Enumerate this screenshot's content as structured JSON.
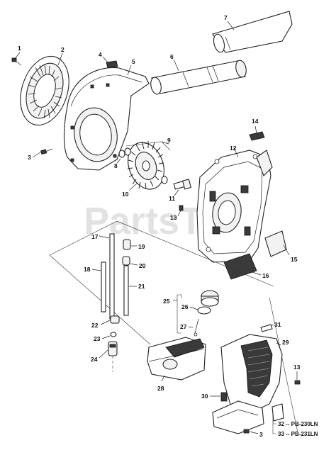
{
  "watermark": "PartsTree",
  "callouts": {
    "c1": "1",
    "c2": "2",
    "c3a": "3",
    "c4": "4",
    "c5": "5",
    "c6": "6",
    "c7": "7",
    "c8": "8",
    "c9": "9",
    "c10": "10",
    "c11": "11",
    "c12": "12",
    "c13a": "13",
    "c14": "14",
    "c15": "15",
    "c16": "16",
    "c17": "17",
    "c18": "18",
    "c19": "19",
    "c20": "20",
    "c21": "21",
    "c22": "22",
    "c23": "23",
    "c24": "24",
    "c25": "25",
    "c26": "26",
    "c27": "27",
    "c28": "28",
    "c29": "29",
    "c30": "30",
    "c31": "31",
    "c13b": "13",
    "c3b": "3"
  },
  "model_notes": {
    "line1": "32 -- PB-230LN",
    "line2": "33 -- PB-231LN"
  }
}
